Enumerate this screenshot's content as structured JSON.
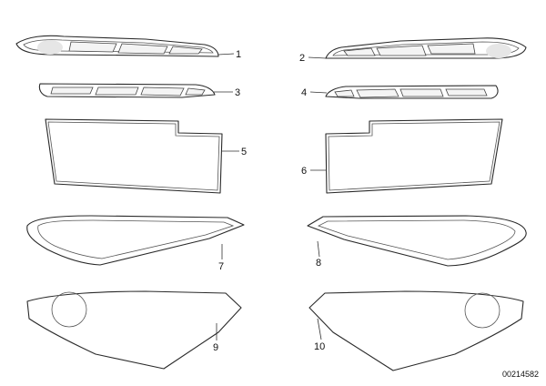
{
  "diagram": {
    "callouts": [
      "1",
      "2",
      "3",
      "4",
      "5",
      "6",
      "7",
      "8",
      "9",
      "10"
    ],
    "document_number": "00214582"
  }
}
